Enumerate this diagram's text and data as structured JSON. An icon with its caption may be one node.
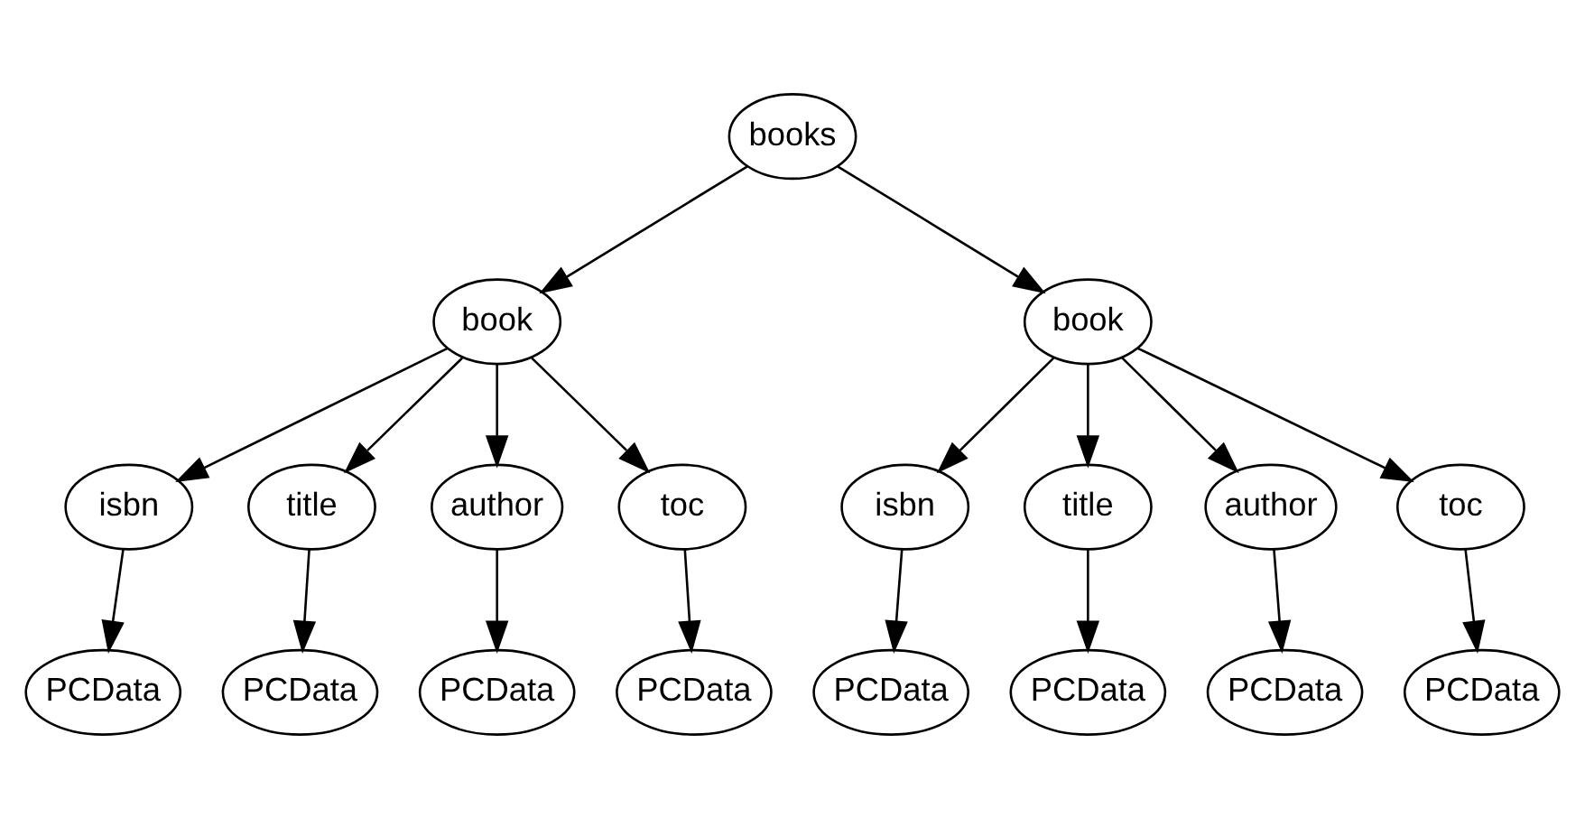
{
  "diagram": {
    "nodes": [
      {
        "text": [
          "books"
        ]
      },
      {
        "text": [
          "book"
        ]
      },
      {
        "text": [
          "book"
        ]
      },
      {
        "text": [
          "isbn"
        ]
      },
      {
        "text": [
          "title"
        ]
      },
      {
        "text": [
          "author"
        ]
      },
      {
        "text": [
          "toc"
        ]
      },
      {
        "text": [
          "isbn"
        ]
      },
      {
        "text": [
          "title"
        ]
      },
      {
        "text": [
          "author"
        ]
      },
      {
        "text": [
          "toc"
        ]
      },
      {
        "text": [
          "PCData"
        ]
      },
      {
        "text": [
          "PCData"
        ]
      },
      {
        "text": [
          "PCData"
        ]
      },
      {
        "text": [
          "PCData"
        ]
      },
      {
        "text": [
          "PCData"
        ]
      },
      {
        "text": [
          "PCData"
        ]
      },
      {
        "text": [
          "PCData"
        ]
      },
      {
        "text": [
          "PCData"
        ]
      }
    ],
    "edges": [
      {
        "from": 0,
        "to": 1,
        "arrow": "to"
      },
      {
        "from": 0,
        "to": 2,
        "arrow": "to"
      },
      {
        "from": 1,
        "to": 3,
        "arrow": "to"
      },
      {
        "from": 1,
        "to": 4,
        "arrow": "to"
      },
      {
        "from": 1,
        "to": 5,
        "arrow": "to"
      },
      {
        "from": 1,
        "to": 6,
        "arrow": "to"
      },
      {
        "from": 2,
        "to": 7,
        "arrow": "to"
      },
      {
        "from": 2,
        "to": 8,
        "arrow": "to"
      },
      {
        "from": 2,
        "to": 9,
        "arrow": "to"
      },
      {
        "from": 2,
        "to": 10,
        "arrow": "to"
      },
      {
        "from": 3,
        "to": 11,
        "arrow": "to"
      },
      {
        "from": 4,
        "to": 12,
        "arrow": "to"
      },
      {
        "from": 5,
        "to": 13,
        "arrow": "to"
      },
      {
        "from": 6,
        "to": 14,
        "arrow": "to"
      },
      {
        "from": 7,
        "to": 15,
        "arrow": "to"
      },
      {
        "from": 8,
        "to": 16,
        "arrow": "to"
      },
      {
        "from": 9,
        "to": 17,
        "arrow": "to"
      },
      {
        "from": 10,
        "to": 18,
        "arrow": "to"
      }
    ]
  }
}
